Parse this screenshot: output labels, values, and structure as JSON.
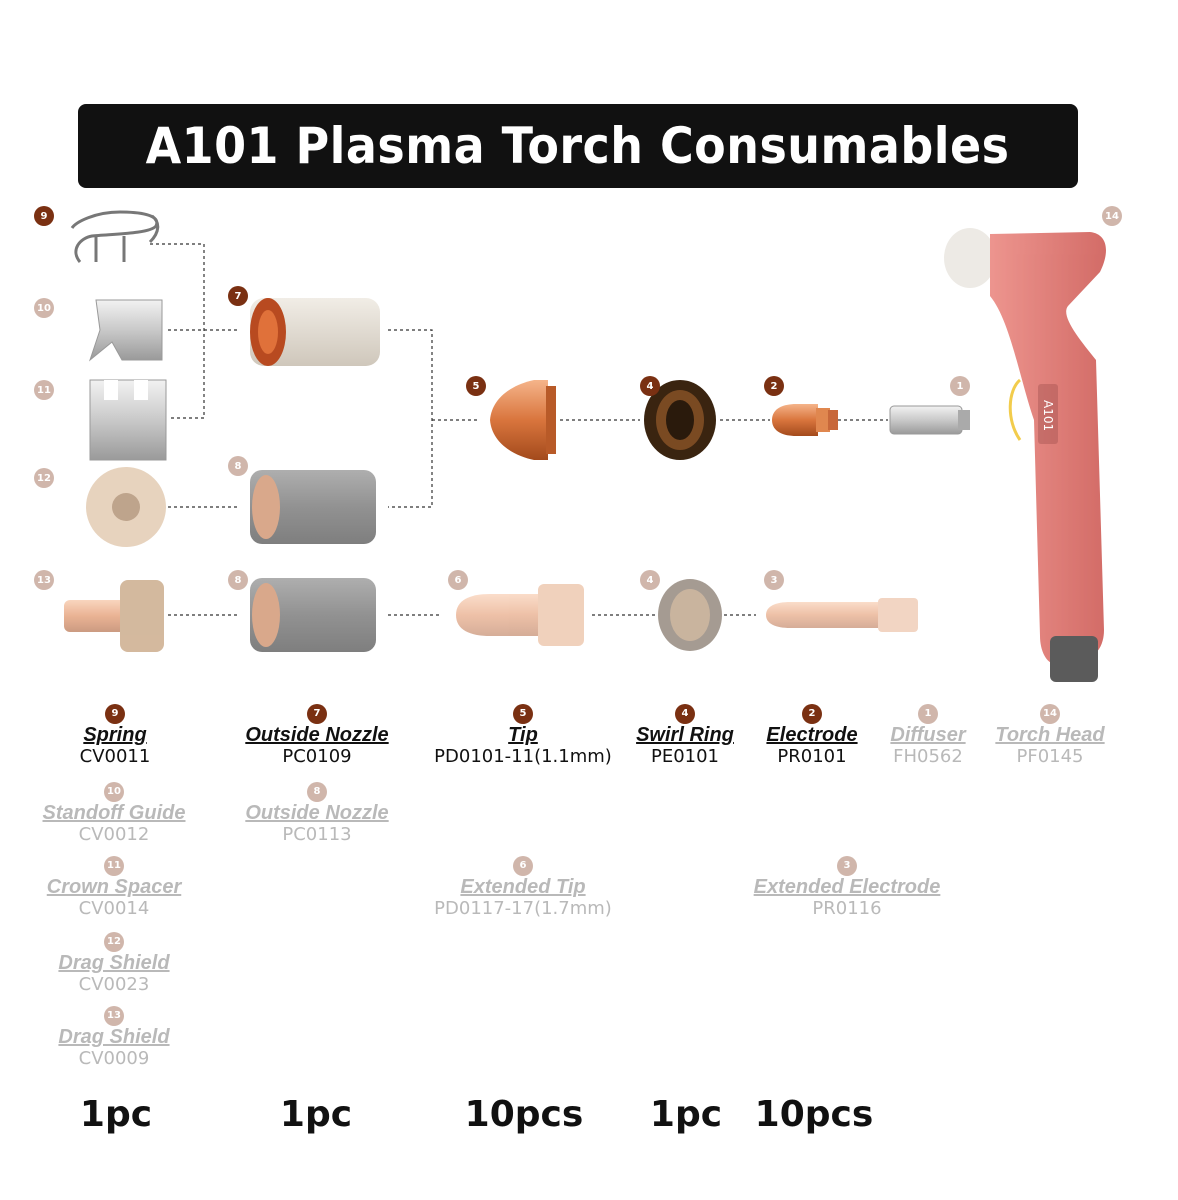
{
  "title": "A101 Plasma Torch Consumables",
  "diagram": {
    "badges": {
      "spring": "9",
      "standoff_guide": "10",
      "crown_spacer": "11",
      "drag_shield_12": "12",
      "drag_shield_13": "13",
      "outside_nozzle_7": "7",
      "outside_nozzle_8a": "8",
      "outside_nozzle_8b": "8",
      "tip": "5",
      "extended_tip": "6",
      "swirl_ring_a": "4",
      "swirl_ring_b": "4",
      "electrode": "2",
      "extended_electrode": "3",
      "diffuser": "1",
      "torch_head": "14"
    },
    "torch_marking": "A101"
  },
  "parts": [
    {
      "id": "spring",
      "num": "9",
      "name": "Spring",
      "code": "CV0011",
      "highlighted": true
    },
    {
      "id": "outside-nozzle",
      "num": "7",
      "name": "Outside Nozzle",
      "code": "PC0109",
      "highlighted": true
    },
    {
      "id": "tip",
      "num": "5",
      "name": "Tip",
      "code": "PD0101-11(1.1mm)",
      "highlighted": true
    },
    {
      "id": "swirl-ring",
      "num": "4",
      "name": "Swirl Ring",
      "code": "PE0101",
      "highlighted": true
    },
    {
      "id": "electrode",
      "num": "2",
      "name": "Electrode",
      "code": "PR0101",
      "highlighted": true
    },
    {
      "id": "diffuser",
      "num": "1",
      "name": "Diffuser",
      "code": "FH0562",
      "highlighted": false
    },
    {
      "id": "torch-head",
      "num": "14",
      "name": "Torch Head",
      "code": "PF0145",
      "highlighted": false
    },
    {
      "id": "standoff-guide",
      "num": "10",
      "name": "Standoff Guide",
      "code": "CV0012",
      "highlighted": false
    },
    {
      "id": "outside-nozzle-2",
      "num": "8",
      "name": "Outside Nozzle",
      "code": "PC0113",
      "highlighted": false
    },
    {
      "id": "crown-spacer",
      "num": "11",
      "name": "Crown Spacer",
      "code": "CV0014",
      "highlighted": false
    },
    {
      "id": "extended-tip",
      "num": "6",
      "name": "Extended Tip",
      "code": "PD0117-17(1.7mm)",
      "highlighted": false
    },
    {
      "id": "extended-electrode",
      "num": "3",
      "name": "Extended Electrode",
      "code": "PR0116",
      "highlighted": false
    },
    {
      "id": "drag-shield-12",
      "num": "12",
      "name": "Drag Shield",
      "code": "CV0023",
      "highlighted": false
    },
    {
      "id": "drag-shield-13",
      "num": "13",
      "name": "Drag  Shield",
      "code": "CV0009",
      "highlighted": false
    }
  ],
  "quantities": [
    {
      "for": "spring",
      "text": "1pc"
    },
    {
      "for": "outside-nozzle",
      "text": "1pc"
    },
    {
      "for": "tip",
      "text": "10pcs"
    },
    {
      "for": "swirl-ring",
      "text": "1pc"
    },
    {
      "for": "electrode",
      "text": "10pcs"
    }
  ],
  "colors": {
    "banner_bg": "#111111",
    "badge": "#7a3012",
    "copper": "#d9753d",
    "torch_red": "#d9534c",
    "faded_text": "#b9b9b9"
  }
}
